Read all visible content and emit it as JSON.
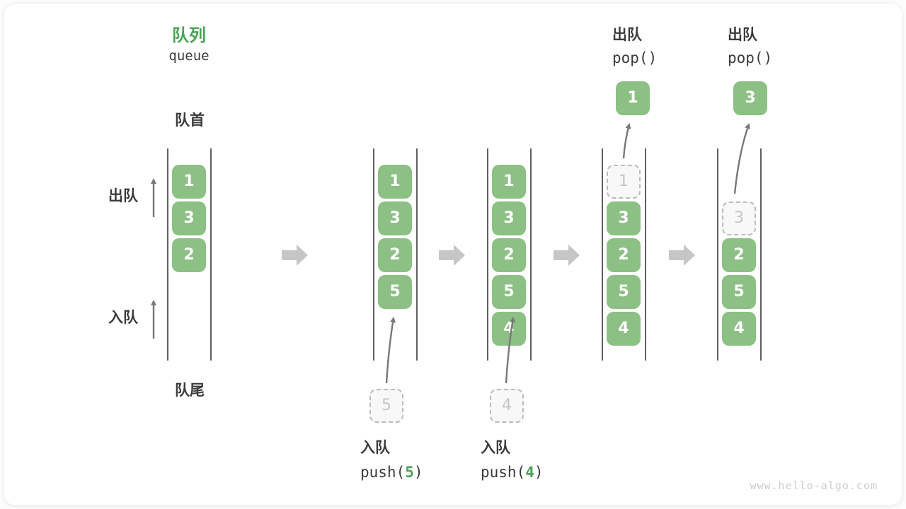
{
  "header": {
    "title_zh": "队列",
    "title_en": "queue"
  },
  "side_labels": {
    "front": "队首",
    "rear": "队尾",
    "dequeue": "出队",
    "enqueue": "入队"
  },
  "states": [
    {
      "boxes": [
        "1",
        "3",
        "2"
      ]
    },
    {
      "boxes": [
        "1",
        "3",
        "2",
        "5"
      ],
      "pending": "5"
    },
    {
      "boxes": [
        "1",
        "3",
        "2",
        "5",
        "4"
      ],
      "pending": "4"
    },
    {
      "boxes": [
        "3",
        "2",
        "5",
        "4"
      ],
      "ghost": "1",
      "popped": "1"
    },
    {
      "boxes": [
        "2",
        "5",
        "4"
      ],
      "ghost": "3",
      "popped": "3"
    }
  ],
  "ops": {
    "push5": {
      "label": "入队",
      "fn_open": "push(",
      "arg": "5",
      "fn_close": ")"
    },
    "push4": {
      "label": "入队",
      "fn_open": "push(",
      "arg": "4",
      "fn_close": ")"
    },
    "pop1": {
      "label": "出队",
      "fn": "pop()"
    },
    "pop2": {
      "label": "出队",
      "fn": "pop()"
    }
  },
  "footer": {
    "watermark": "www.hello-algo.com"
  },
  "colors": {
    "accent_green": "#4ba355",
    "box_green": "#8cc084",
    "box_text": "#ffffff",
    "ghost_border": "#bbbbbb",
    "ghost_text": "#c6c6c6",
    "flow_arrow_gray": "#c6c6c6",
    "thin_arrow_gray": "#787878",
    "column_line": "#5f5f5f",
    "text_dark": "#3b3b3b",
    "watermark_gray": "#cdcdcd"
  }
}
